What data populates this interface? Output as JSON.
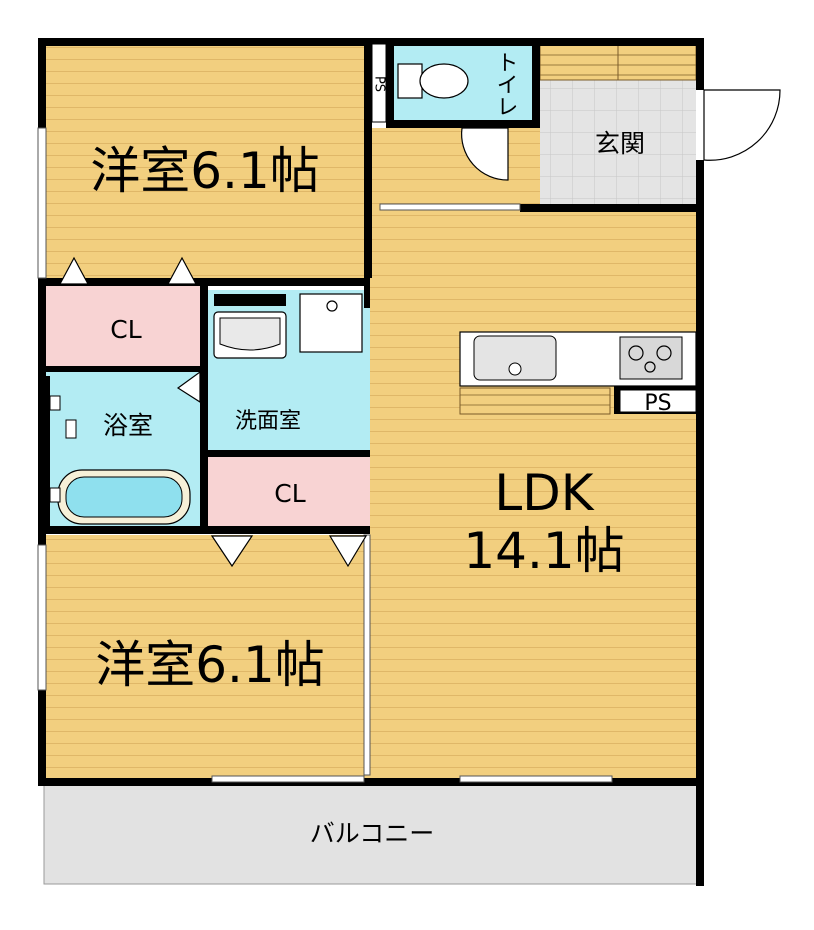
{
  "rooms": {
    "western_top": "洋室6.1帖",
    "western_bottom": "洋室6.1帖",
    "ldk_line1": "LDK",
    "ldk_line2": "14.1帖",
    "closet_top": "CL",
    "closet_mid": "CL",
    "bath": "浴室",
    "washroom": "洗面室",
    "toilet": "トイレ",
    "entrance": "玄関",
    "balcony": "バルコニー",
    "ps_top": "PS",
    "ps_kitchen": "PS"
  },
  "colors": {
    "floor_wood": "#f2cf7f",
    "floor_stripe": "#dfb768",
    "closet": "#f8d3d3",
    "wet_area": "#b3ecf3",
    "entrance_tile": "#e4e4e4",
    "balcony": "#e2e2e2",
    "wall": "#000000",
    "kitchen_counter": "#ffffff"
  }
}
